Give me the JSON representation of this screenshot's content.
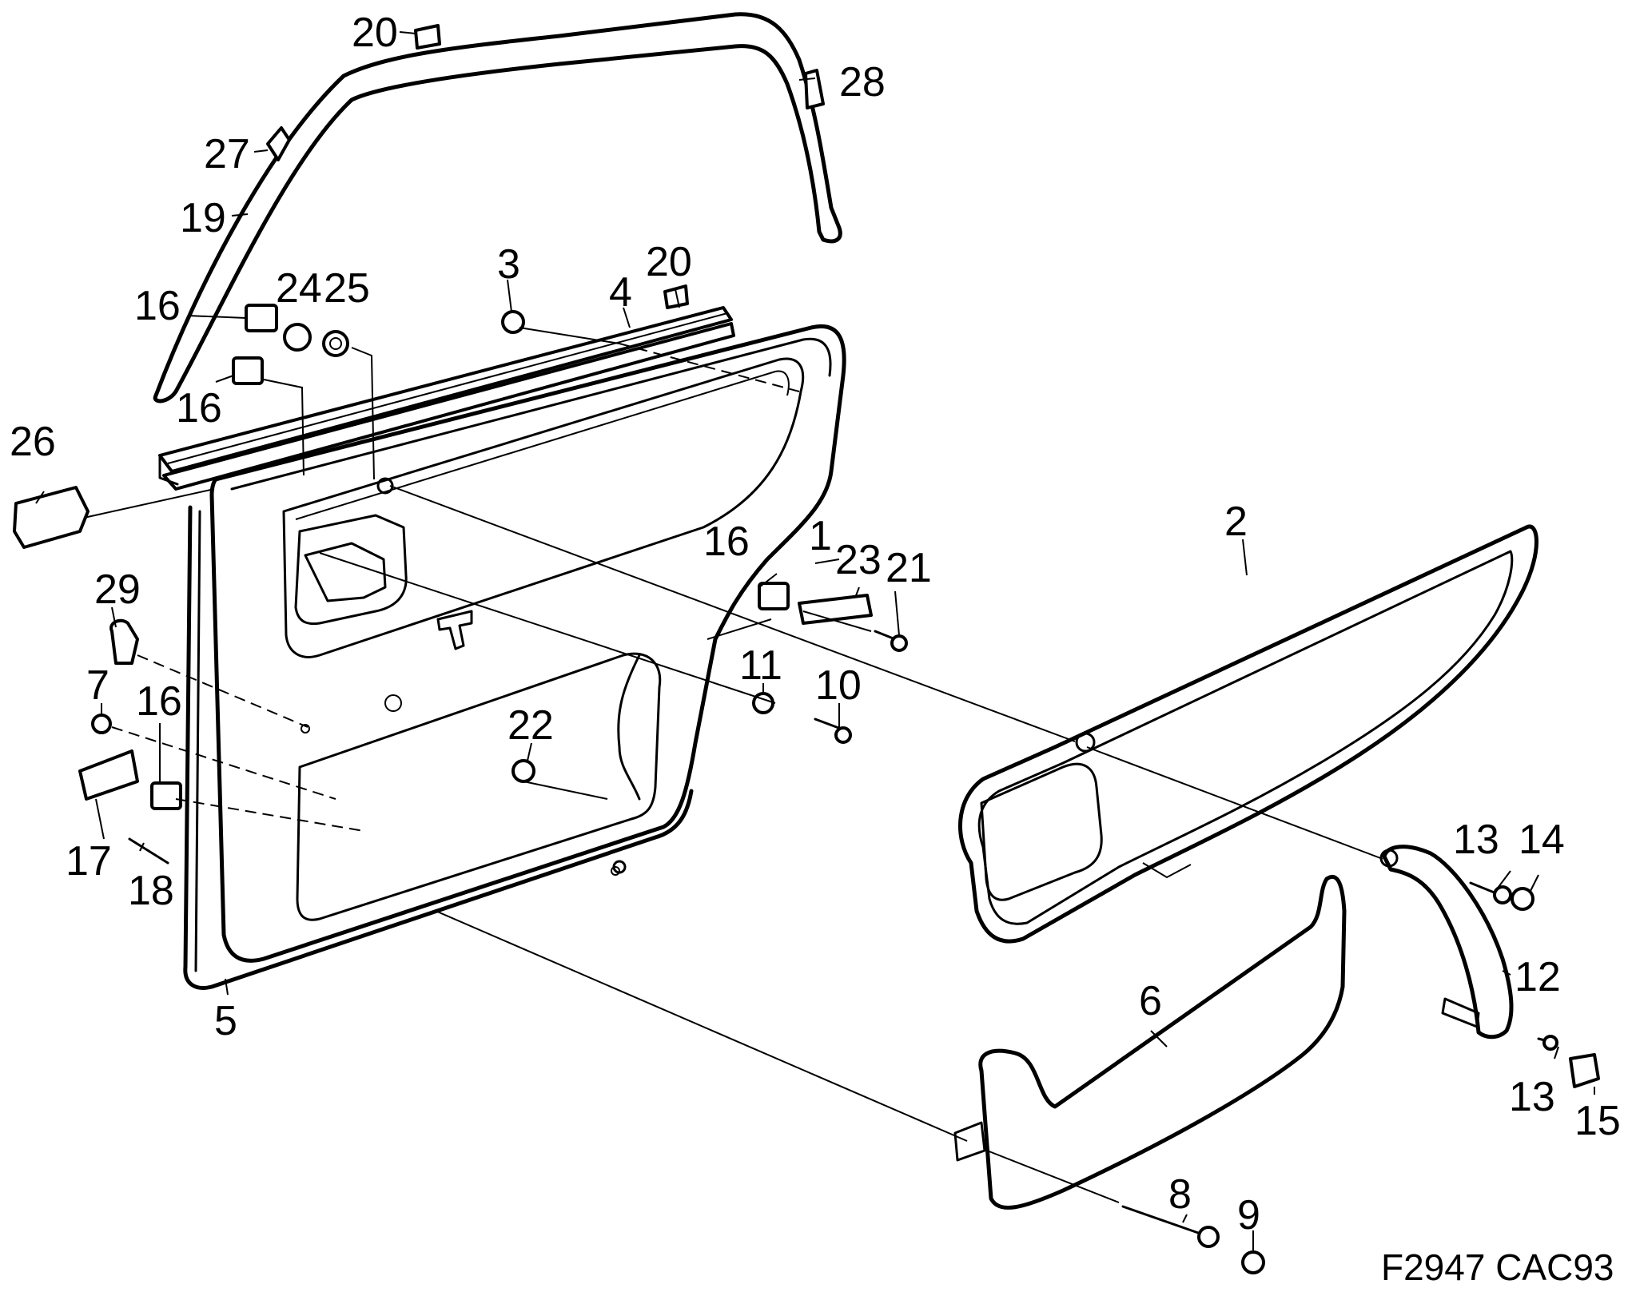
{
  "figure_code": "F2947 CAC93",
  "labels": {
    "l1": "1",
    "l2": "2",
    "l3": "3",
    "l4": "4",
    "l5": "5",
    "l6": "6",
    "l7": "7",
    "l8": "8",
    "l9": "9",
    "l10": "10",
    "l11": "11",
    "l12": "12",
    "l13a": "13",
    "l13b": "13",
    "l14": "14",
    "l15": "15",
    "l16a": "16",
    "l16b": "16",
    "l16c": "16",
    "l16d": "16",
    "l17": "17",
    "l18": "18",
    "l19": "19",
    "l20a": "20",
    "l20b": "20",
    "l21": "21",
    "l22": "22",
    "l23": "23",
    "l24": "24",
    "l25": "25",
    "l26": "26",
    "l27": "27",
    "l28": "28",
    "l29": "29"
  }
}
